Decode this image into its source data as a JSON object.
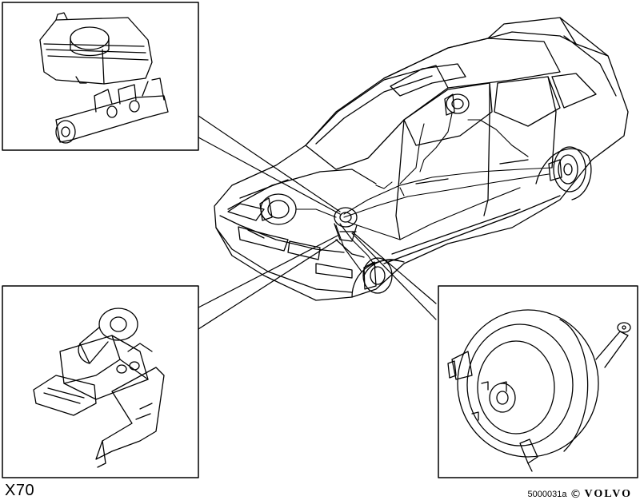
{
  "footer": {
    "model": "X70",
    "figure_code": "5000031a",
    "copyright_symbol": "©",
    "brand_logo_text": "VOLVO"
  },
  "colors": {
    "line": "#000000",
    "background": "#ffffff"
  }
}
